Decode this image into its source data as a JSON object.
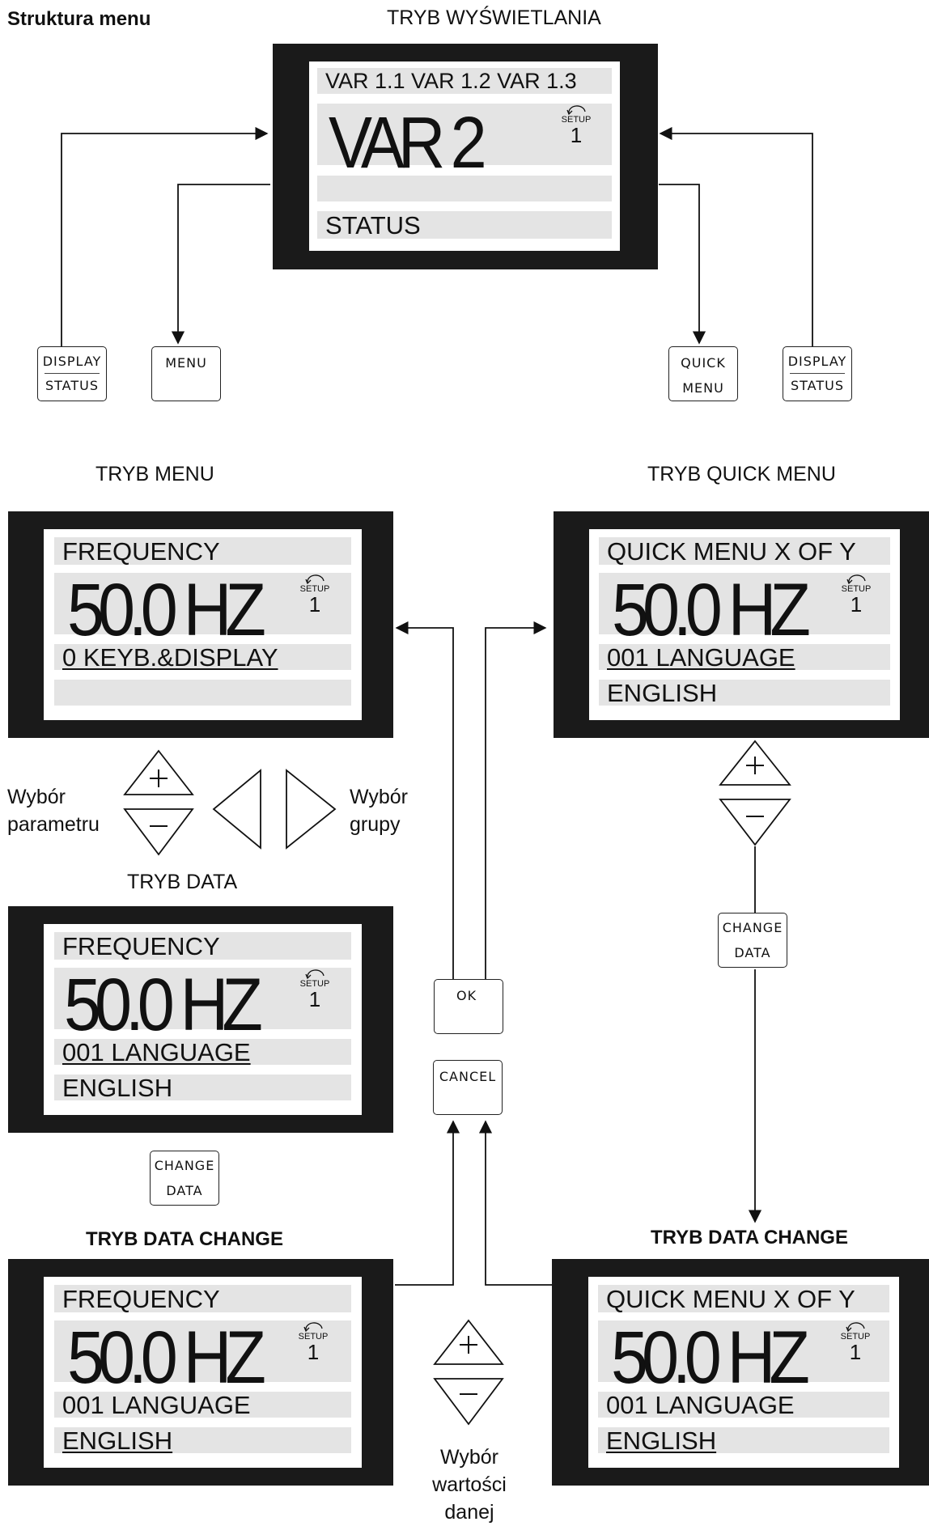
{
  "header": {
    "menu_structure": "Struktura menu",
    "display_mode": "TRYB WYŚWIETLANIA"
  },
  "display_screen": {
    "line1": "VAR 1.1 VAR 1.2 VAR 1.3",
    "big": "VAR 2",
    "line3": "",
    "line4": "STATUS",
    "setup_label": "SETUP",
    "setup_num": "1"
  },
  "keys": {
    "display_status_left": [
      "DISPLAY",
      "STATUS"
    ],
    "menu": [
      "MENU"
    ],
    "quick_menu": [
      "QUICK",
      "MENU"
    ],
    "display_status_right": [
      "DISPLAY",
      "STATUS"
    ],
    "ok": [
      "OK"
    ],
    "cancel": [
      "CANCEL"
    ],
    "change_data_right": [
      "CHANGE",
      "DATA"
    ],
    "change_data_left": [
      "CHANGE",
      "DATA"
    ]
  },
  "menu_mode": {
    "title": "TRYB MENU",
    "line1": "FREQUENCY",
    "big": "50.0 HZ",
    "line3": "0  KEYB.&DISPLAY",
    "line4": "",
    "setup_label": "SETUP",
    "setup_num": "1"
  },
  "quick_menu_mode": {
    "title": "TRYB QUICK MENU",
    "line1": "QUICK MENU  X OF Y",
    "big": "50.0 HZ",
    "line3": "001 LANGUAGE",
    "line4": "ENGLISH",
    "setup_label": "SETUP",
    "setup_num": "1"
  },
  "labels": {
    "param_select": [
      "Wybór",
      "parametru"
    ],
    "group_select": [
      "Wybór",
      "grupy"
    ],
    "value_select": [
      "Wybór",
      "wartości",
      "danej"
    ]
  },
  "data_mode": {
    "title": "TRYB DATA",
    "line1": "FREQUENCY",
    "big": "50.0 HZ",
    "line3": "001 LANGUAGE",
    "line4": "ENGLISH",
    "setup_label": "SETUP",
    "setup_num": "1"
  },
  "data_change_left": {
    "title": "TRYB DATA CHANGE",
    "line1": "FREQUENCY",
    "big": "50.0 HZ",
    "line3": "001 LANGUAGE",
    "line4": "ENGLISH",
    "setup_label": "SETUP",
    "setup_num": "1"
  },
  "data_change_right": {
    "title": "TRYB DATA CHANGE",
    "line1": "QUICK MENU  X OF Y",
    "big": "50.0 HZ",
    "line3": "001 LANGUAGE",
    "line4": "ENGLISH",
    "setup_label": "SETUP",
    "setup_num": "1"
  },
  "colors": {
    "panel": "#1a1a1a",
    "row": "#e4e4e4"
  },
  "icons": [
    "plus-key-icon",
    "minus-key-icon",
    "left-arrow-key-icon",
    "right-arrow-key-icon",
    "setup-arc-arrow-icon"
  ]
}
